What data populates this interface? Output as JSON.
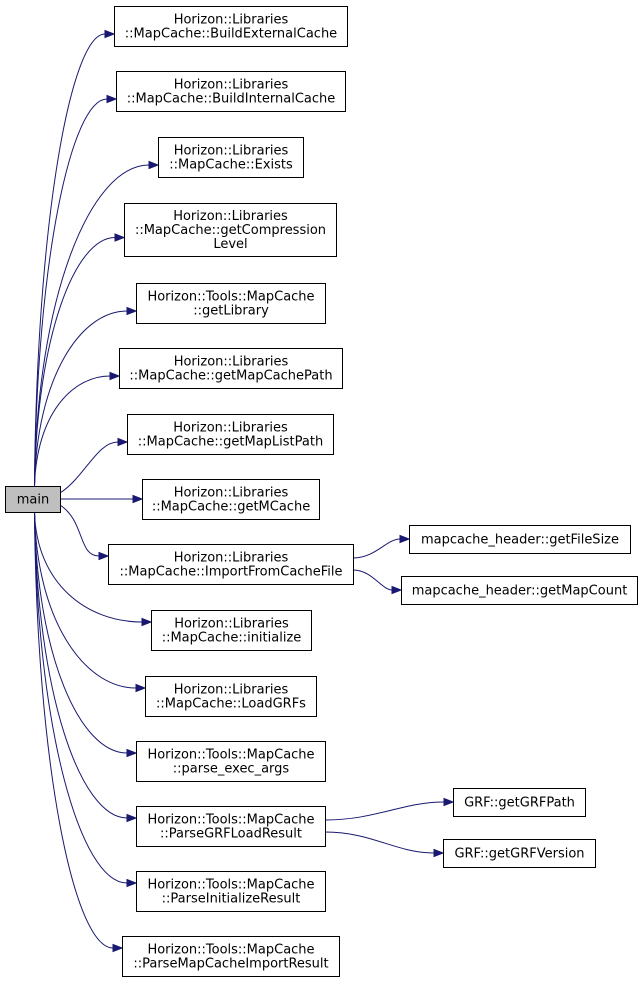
{
  "root": {
    "id": "main",
    "lines": [
      "main"
    ]
  },
  "nodes": [
    {
      "id": "n1",
      "lines": [
        "Horizon::Libraries",
        "::MapCache::BuildExternalCache"
      ]
    },
    {
      "id": "n2",
      "lines": [
        "Horizon::Libraries",
        "::MapCache::BuildInternalCache"
      ]
    },
    {
      "id": "n3",
      "lines": [
        "Horizon::Libraries",
        "::MapCache::Exists"
      ]
    },
    {
      "id": "n4",
      "lines": [
        "Horizon::Libraries",
        "::MapCache::getCompression",
        "Level"
      ]
    },
    {
      "id": "n5",
      "lines": [
        "Horizon::Tools::MapCache",
        "::getLibrary"
      ]
    },
    {
      "id": "n6",
      "lines": [
        "Horizon::Libraries",
        "::MapCache::getMapCachePath"
      ]
    },
    {
      "id": "n7",
      "lines": [
        "Horizon::Libraries",
        "::MapCache::getMapListPath"
      ]
    },
    {
      "id": "n8",
      "lines": [
        "Horizon::Libraries",
        "::MapCache::getMCache"
      ]
    },
    {
      "id": "n9",
      "lines": [
        "Horizon::Libraries",
        "::MapCache::ImportFromCacheFile"
      ]
    },
    {
      "id": "n10",
      "lines": [
        "Horizon::Libraries",
        "::MapCache::initialize"
      ]
    },
    {
      "id": "n11",
      "lines": [
        "Horizon::Libraries",
        "::MapCache::LoadGRFs"
      ]
    },
    {
      "id": "n12",
      "lines": [
        "Horizon::Tools::MapCache",
        "::parse_exec_args"
      ]
    },
    {
      "id": "n13",
      "lines": [
        "Horizon::Tools::MapCache",
        "::ParseGRFLoadResult"
      ]
    },
    {
      "id": "n14",
      "lines": [
        "Horizon::Tools::MapCache",
        "::ParseInitializeResult"
      ]
    },
    {
      "id": "n15",
      "lines": [
        "Horizon::Tools::MapCache",
        "::ParseMapCacheImportResult"
      ]
    },
    {
      "id": "n16",
      "lines": [
        "mapcache_header::getFileSize"
      ]
    },
    {
      "id": "n17",
      "lines": [
        "mapcache_header::getMapCount"
      ]
    },
    {
      "id": "n18",
      "lines": [
        "GRF::getGRFPath"
      ]
    },
    {
      "id": "n19",
      "lines": [
        "GRF::getGRFVersion"
      ]
    }
  ],
  "edges": [
    [
      "main",
      "n1"
    ],
    [
      "main",
      "n2"
    ],
    [
      "main",
      "n3"
    ],
    [
      "main",
      "n4"
    ],
    [
      "main",
      "n5"
    ],
    [
      "main",
      "n6"
    ],
    [
      "main",
      "n7"
    ],
    [
      "main",
      "n8"
    ],
    [
      "main",
      "n9"
    ],
    [
      "main",
      "n10"
    ],
    [
      "main",
      "n11"
    ],
    [
      "main",
      "n12"
    ],
    [
      "main",
      "n13"
    ],
    [
      "main",
      "n14"
    ],
    [
      "main",
      "n15"
    ],
    [
      "n9",
      "n16"
    ],
    [
      "n9",
      "n17"
    ],
    [
      "n13",
      "n18"
    ],
    [
      "n13",
      "n19"
    ]
  ],
  "colors": {
    "edge": "#191970",
    "root_fill": "#bfbfbf",
    "node_fill": "#ffffff",
    "border": "#000000"
  }
}
